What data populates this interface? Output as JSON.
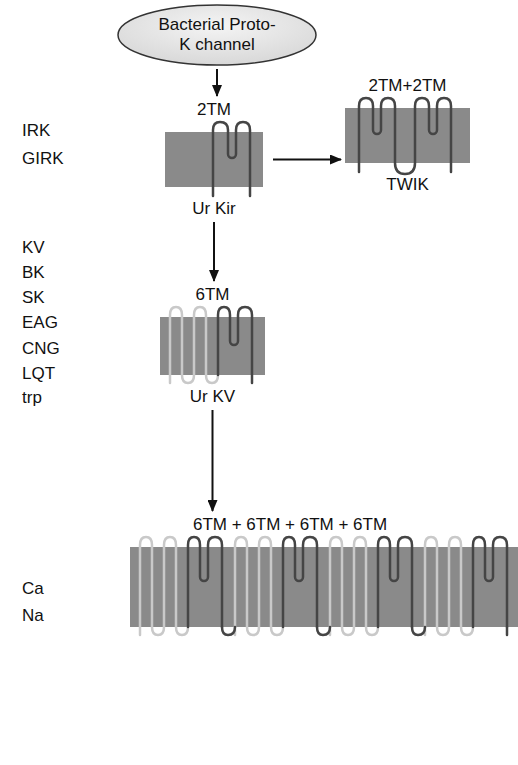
{
  "diagram": {
    "nodes": [
      {
        "text": [
          "Bacterial Proto-K channel"
        ]
      },
      {
        "text": [
          "2TM",
          "Ur Kir"
        ]
      },
      {
        "text": [
          "2TM+2TM",
          "TWIK"
        ]
      },
      {
        "text": [
          "6TM",
          "Ur KV"
        ]
      },
      {
        "text": [
          "6TM + 6TM + 6TM + 6TM"
        ]
      }
    ],
    "edges": [
      {
        "from": 0,
        "to": 1,
        "arrow": "to"
      },
      {
        "from": 1,
        "to": 2,
        "arrow": "to"
      },
      {
        "from": 1,
        "to": 3,
        "arrow": "to"
      },
      {
        "from": 3,
        "to": 4,
        "arrow": "to"
      }
    ],
    "labels": [
      "IRK",
      "GIRK",
      "KV",
      "BK",
      "SK",
      "EAG",
      "CNG",
      "LQT",
      "trp",
      "Ca",
      "Na"
    ]
  }
}
